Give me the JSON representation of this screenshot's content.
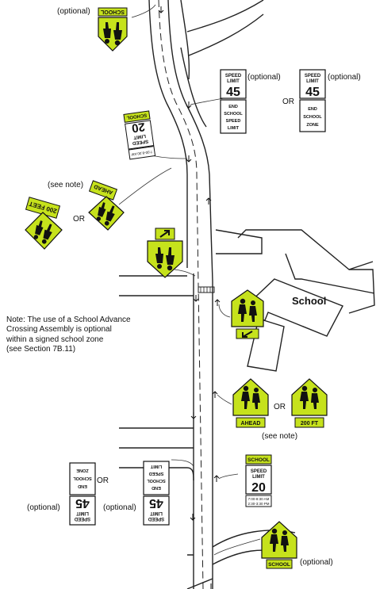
{
  "labels": {
    "optional": "(optional)",
    "or": "OR",
    "see_note": "(see note)",
    "school_building": "School"
  },
  "note": "Note: The use of a School Advance\nCrossing Assembly is optional\nwithin a signed school zone\n(see Section 7B.11)",
  "signs": {
    "school_plaque": "SCHOOL",
    "speed_limit_45": {
      "line1": "SPEED",
      "line2": "LIMIT",
      "value": "45"
    },
    "end_school_speed_limit": [
      "END",
      "SCHOOL",
      "SPEED",
      "LIMIT"
    ],
    "end_school_zone": [
      "END",
      "SCHOOL",
      "ZONE"
    ],
    "school_speed_limit_20": {
      "plaque": "SCHOOL",
      "line1": "SPEED",
      "line2": "LIMIT",
      "value": "20",
      "times": [
        "7:00-8:30 AM",
        "2:30-3:30 PM"
      ]
    },
    "ahead_plaque": "AHEAD",
    "feet_200_plaque": "200 FEET",
    "ft_200_plaque": "200 FT"
  },
  "colors": {
    "sign_yellow_green": "#c6e21c",
    "road_line": "#222222",
    "text": "#111111"
  }
}
